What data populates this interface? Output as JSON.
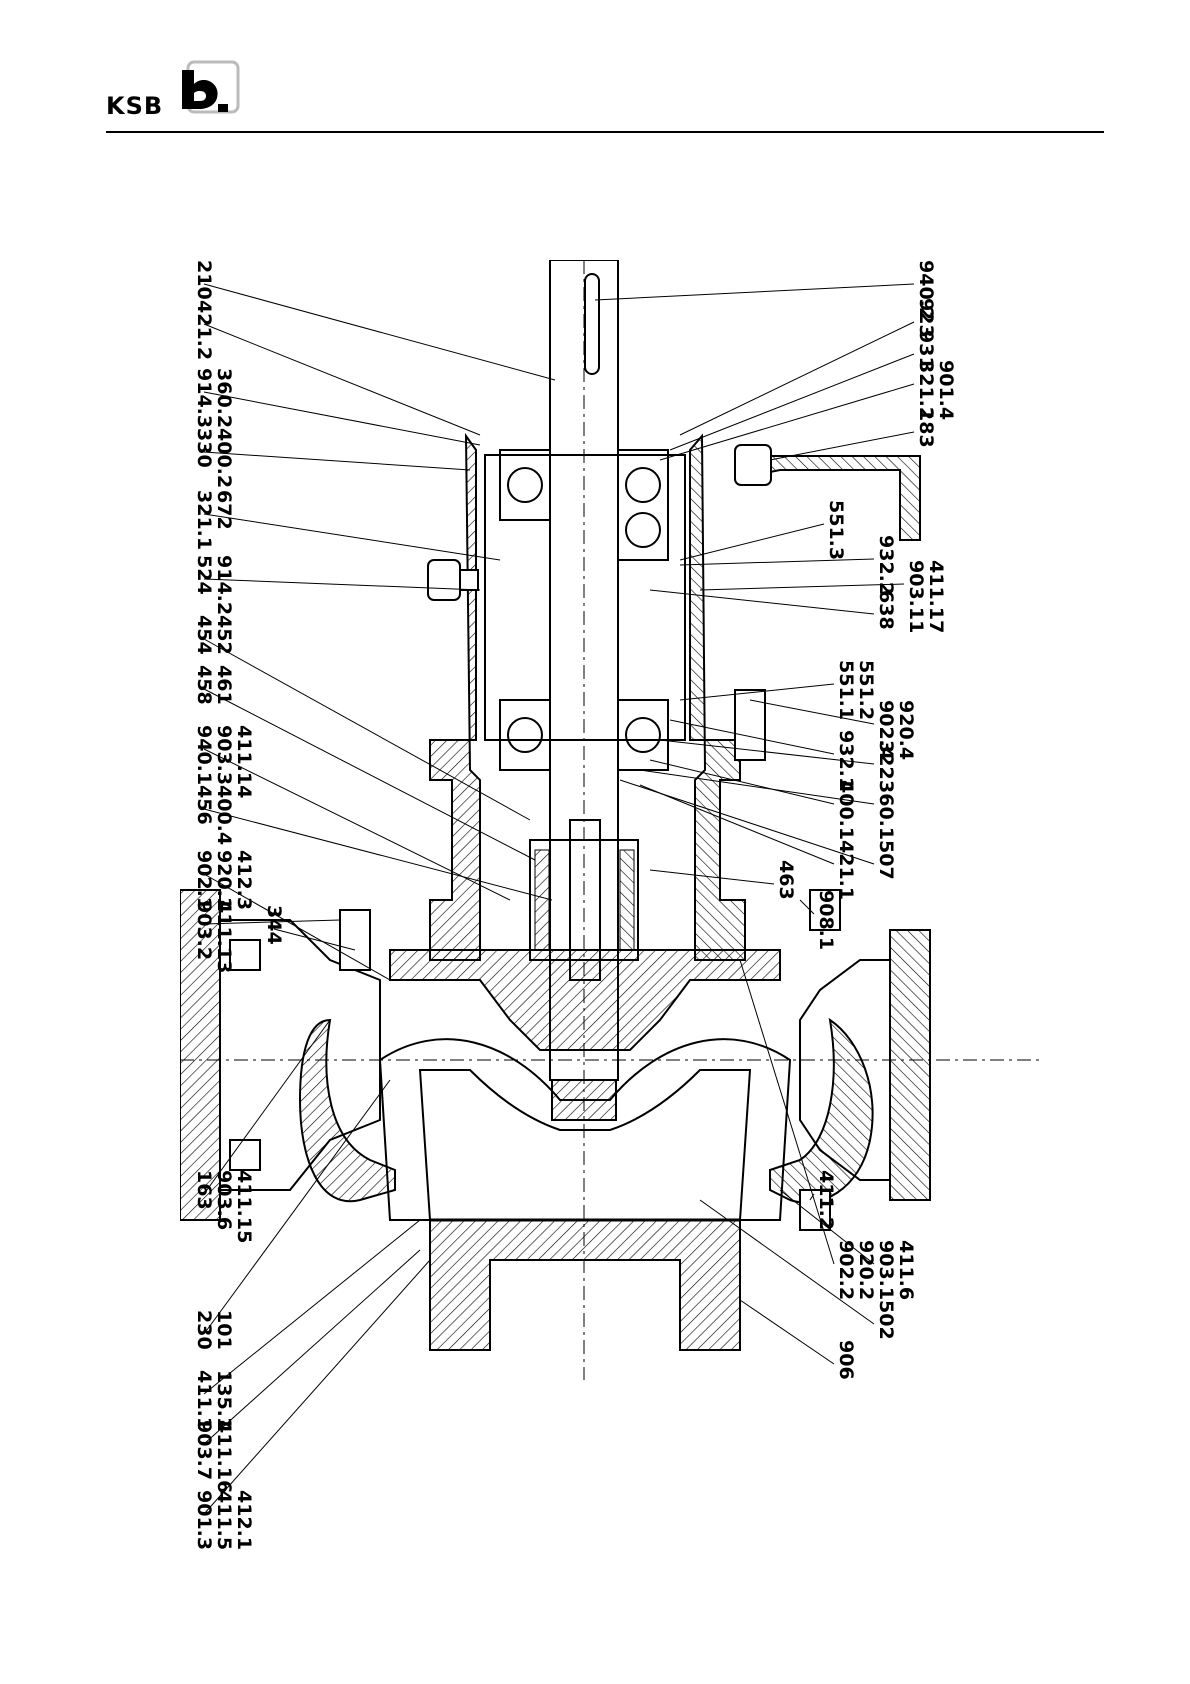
{
  "brand": {
    "name": "KSB"
  },
  "labels": {
    "left": [
      {
        "id": "l210",
        "lines": [
          "210"
        ]
      },
      {
        "id": "l421_2",
        "lines": [
          "421.2"
        ]
      },
      {
        "id": "l914_3",
        "lines": [
          "914.3",
          "360.2"
        ]
      },
      {
        "id": "l330",
        "lines": [
          "330",
          "400.2"
        ]
      },
      {
        "id": "l321_1",
        "lines": [
          "321.1",
          "672"
        ]
      },
      {
        "id": "l524",
        "lines": [
          "524",
          "914.2"
        ]
      },
      {
        "id": "l454",
        "lines": [
          "454",
          "452"
        ]
      },
      {
        "id": "l458",
        "lines": [
          "458",
          "461"
        ]
      },
      {
        "id": "l940_1",
        "lines": [
          "940.1",
          "903.3",
          "411.14"
        ]
      },
      {
        "id": "l456",
        "lines": [
          "456",
          "400.4"
        ]
      },
      {
        "id": "l902_1",
        "lines": [
          "902.1",
          "920.1",
          "412.3"
        ]
      },
      {
        "id": "l903_2",
        "lines": [
          "903.2",
          "411.13"
        ]
      },
      {
        "id": "l344",
        "lines": [
          "344"
        ]
      },
      {
        "id": "l163",
        "lines": [
          "163",
          "903.6",
          "411.15"
        ]
      },
      {
        "id": "l230",
        "lines": [
          "230",
          "101"
        ]
      },
      {
        "id": "l411_1",
        "lines": [
          "411.1",
          "135.1"
        ]
      },
      {
        "id": "l903_7",
        "lines": [
          "903.7",
          "411.16"
        ]
      },
      {
        "id": "l901_3",
        "lines": [
          "901.3",
          "411.5",
          "412.1"
        ]
      }
    ],
    "right": [
      {
        "id": "r940_2",
        "lines": [
          "940.2"
        ]
      },
      {
        "id": "r923",
        "lines": [
          "923"
        ]
      },
      {
        "id": "r931",
        "lines": [
          "931"
        ]
      },
      {
        "id": "r321_2",
        "lines": [
          "321.2",
          "901.4"
        ]
      },
      {
        "id": "r183",
        "lines": [
          "183"
        ]
      },
      {
        "id": "r551_3",
        "lines": [
          "551.3"
        ]
      },
      {
        "id": "r932_2",
        "lines": [
          "932.2"
        ]
      },
      {
        "id": "r903_11",
        "lines": [
          "903.11",
          "411.17"
        ]
      },
      {
        "id": "r638",
        "lines": [
          "638"
        ]
      },
      {
        "id": "r551_1",
        "lines": [
          "551.1",
          "551.2"
        ]
      },
      {
        "id": "r902_4",
        "lines": [
          "902.4",
          "920.4"
        ]
      },
      {
        "id": "r932_1",
        "lines": [
          "932.1"
        ]
      },
      {
        "id": "r322",
        "lines": [
          "322"
        ]
      },
      {
        "id": "r400_1",
        "lines": [
          "400.1"
        ]
      },
      {
        "id": "r360_1",
        "lines": [
          "360.1"
        ]
      },
      {
        "id": "r421_1",
        "lines": [
          "421.1"
        ]
      },
      {
        "id": "r507",
        "lines": [
          "507"
        ]
      },
      {
        "id": "r463",
        "lines": [
          "463"
        ]
      },
      {
        "id": "r908_1",
        "lines": [
          "908.1"
        ]
      },
      {
        "id": "r411_2",
        "lines": [
          "411.2"
        ]
      },
      {
        "id": "r902_2",
        "lines": [
          "902.2",
          "920.2"
        ]
      },
      {
        "id": "r903_1",
        "lines": [
          "903.1",
          "411.6"
        ]
      },
      {
        "id": "r502",
        "lines": [
          "502"
        ]
      },
      {
        "id": "r906",
        "lines": [
          "906"
        ]
      }
    ]
  }
}
